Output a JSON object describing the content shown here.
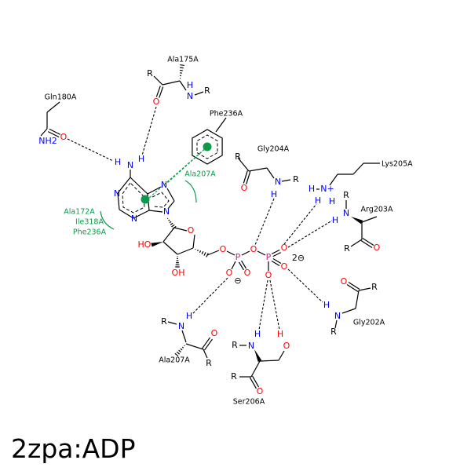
{
  "title": "2zpa:ADP",
  "atoms": {
    "N": "N",
    "O": "O",
    "H": "H",
    "R": "R",
    "P": "P",
    "HO": "HO",
    "OH": "OH",
    "NH2": "NH2",
    "Nplus": "N+",
    "charge1": "⊖",
    "charge2": "2⊖"
  },
  "residues": {
    "gln180": "Gln180A",
    "ala175": "Ala175A",
    "phe236": "Phe236A",
    "gly204": "Gly204A",
    "lys205": "Lys205A",
    "arg203": "Arg203A",
    "gly202": "Gly202A",
    "ala207": "Ala207A",
    "ser206": "Ser206A"
  },
  "hydrophobic": {
    "ala207": "Ala207A",
    "group": [
      "Ala172A",
      "Ile318A",
      "Phe236A"
    ]
  },
  "colors": {
    "nitrogen": "#0000ff",
    "oxygen": "#ff0000",
    "phosphorus": "#e0148c",
    "interaction": "#0a9a4a"
  }
}
